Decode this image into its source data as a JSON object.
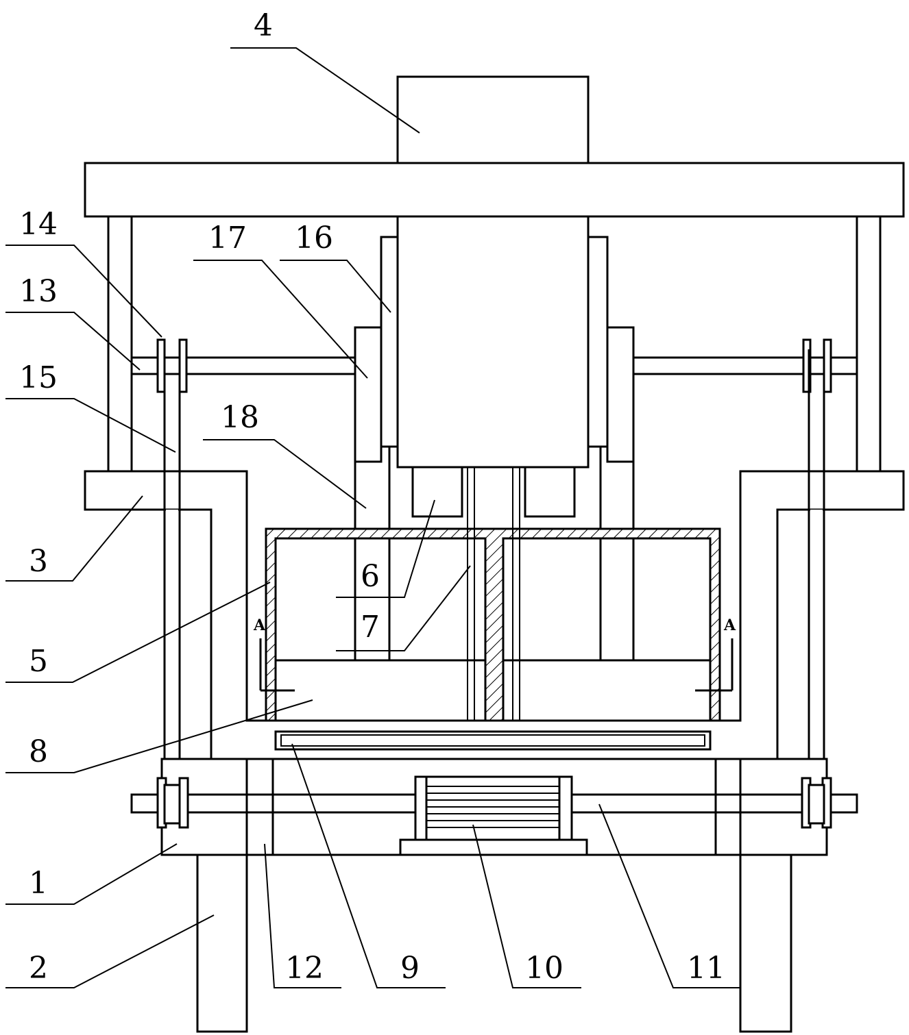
{
  "figure": {
    "labels": {
      "l1": "1",
      "l2": "2",
      "l3": "3",
      "l4": "4",
      "l5": "5",
      "l6": "6",
      "l7": "7",
      "l8": "8",
      "l9": "9",
      "l10": "10",
      "l11": "11",
      "l12": "12",
      "l13": "13",
      "l14": "14",
      "l15": "15",
      "l16": "16",
      "l17": "17",
      "l18": "18"
    },
    "section_marks": {
      "left": "A",
      "right": "A"
    }
  }
}
